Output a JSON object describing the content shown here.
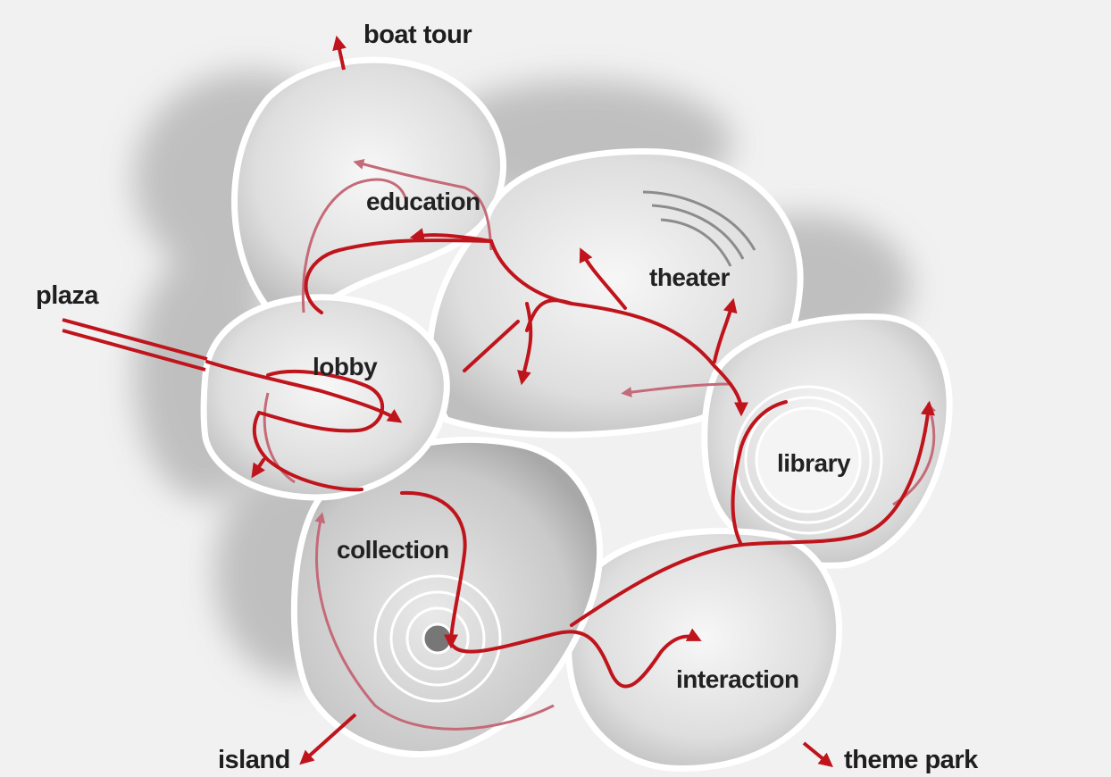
{
  "labels": {
    "boat_tour": "boat tour",
    "plaza": "plaza",
    "education": "education",
    "theater": "theater",
    "lobby": "lobby",
    "library": "library",
    "collection": "collection",
    "interaction": "interaction",
    "island": "island",
    "theme_park": "theme park"
  },
  "colors": {
    "background": "#f1f1f1",
    "path_red": "#c0141c",
    "path_pink": "#c56a78",
    "wall": "#ffffff",
    "shadow": "#b8b8b8"
  }
}
